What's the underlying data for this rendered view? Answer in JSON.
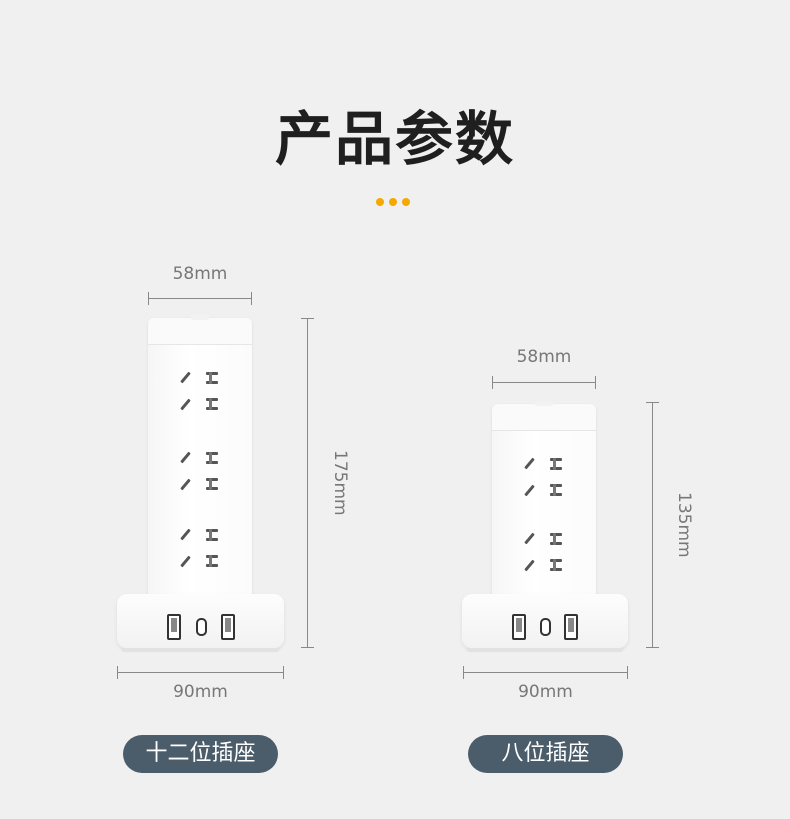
{
  "header": {
    "title": "产品参数"
  },
  "accent_color": "#f5a800",
  "products": [
    {
      "name": "十二位插座",
      "width_top": "58mm",
      "width_base": "90mm",
      "height": "175mm"
    },
    {
      "name": "八位插座",
      "width_top": "58mm",
      "width_base": "90mm",
      "height": "135mm"
    }
  ]
}
